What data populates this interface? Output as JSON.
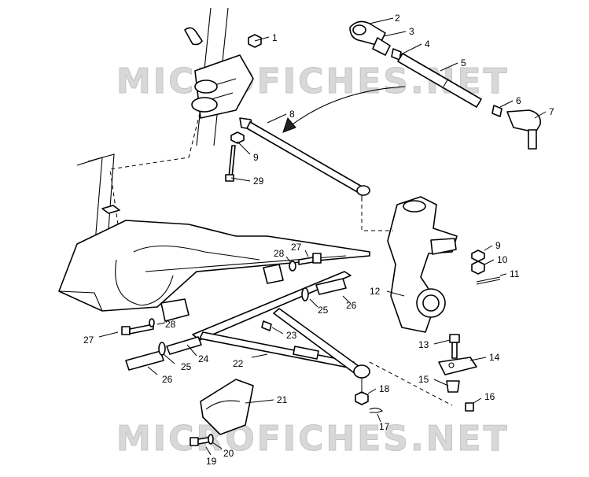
{
  "watermarks": [
    "MICROFICHES.NET",
    "MICROFICHES.NET"
  ],
  "callouts": [
    "1",
    "2",
    "3",
    "4",
    "5",
    "6",
    "7",
    "8",
    "9",
    "29",
    "9",
    "10",
    "11",
    "12",
    "13",
    "14",
    "15",
    "16",
    "18",
    "17",
    "21",
    "19",
    "20",
    "22",
    "23",
    "24",
    "25",
    "26",
    "25",
    "26",
    "27",
    "28",
    "27",
    "28"
  ],
  "colors": {
    "ink": "#000000",
    "watermark": "#d8d8d8"
  }
}
